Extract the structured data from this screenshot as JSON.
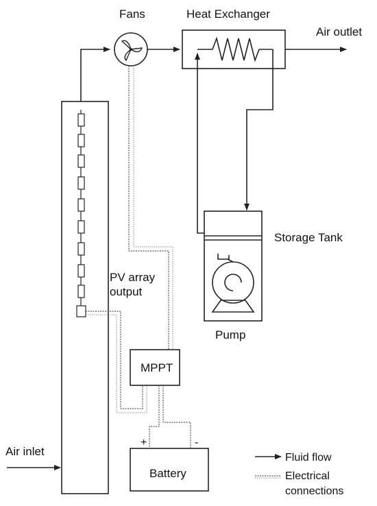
{
  "labels": {
    "fans": "Fans",
    "heat_exchanger": "Heat Exchanger",
    "air_outlet": "Air outlet",
    "storage_tank": "Storage Tank",
    "pv_array_output_line1": "PV array",
    "pv_array_output_line2": "output",
    "pump": "Pump",
    "mppt": "MPPT",
    "battery": "Battery",
    "plus": "+",
    "minus": "-",
    "air_inlet": "Air inlet"
  },
  "legend": {
    "fluid_flow": "Fluid flow",
    "electrical_line1": "Electrical",
    "electrical_line2": "connections"
  },
  "colors": {
    "line": "#222222",
    "electrical": "#555555",
    "background": "#ffffff"
  }
}
